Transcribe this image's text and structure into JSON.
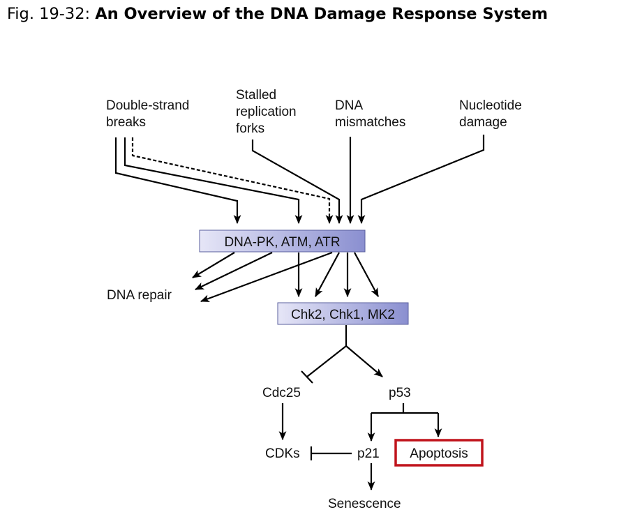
{
  "title": {
    "prefix": "Fig. 19-32: ",
    "main": "An Overview of the DNA Damage Response System"
  },
  "sources": {
    "dsb": [
      "Double-strand",
      "breaks"
    ],
    "stalled": [
      "Stalled",
      "replication",
      "forks"
    ],
    "mismatch": [
      "DNA",
      "mismatches"
    ],
    "nucleotide": [
      "Nucleotide",
      "damage"
    ]
  },
  "nodes": {
    "kinases": "DNA-PK, ATM, ATR",
    "checkpoint": "Chk2, Chk1, MK2",
    "repair": "DNA repair",
    "cdc25": "Cdc25",
    "p53": "p53",
    "cdks": "CDKs",
    "p21": "p21",
    "apoptosis": "Apoptosis",
    "senescence": "Senescence"
  },
  "colors": {
    "box_gradient_start": "#e6e6f7",
    "box_gradient_end": "#8a8fd0",
    "box_border": "#5a5f9e",
    "apoptosis_border": "#c0141c"
  }
}
